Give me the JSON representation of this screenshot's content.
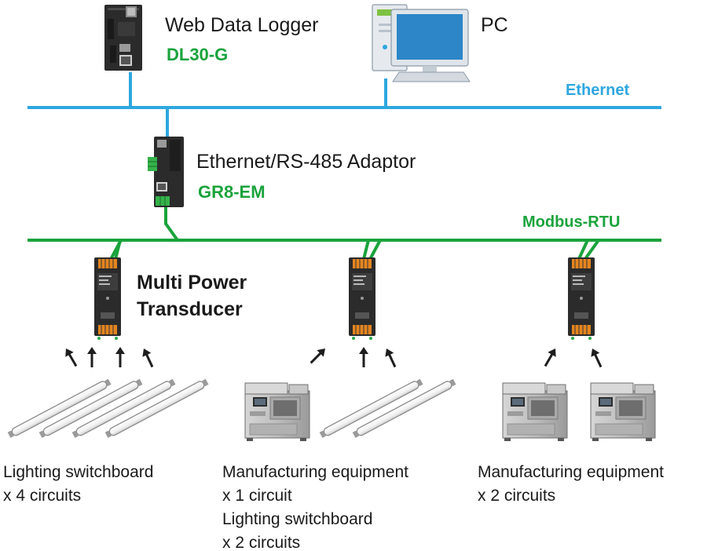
{
  "logger": {
    "name": "Web Data Logger",
    "model": "DL30-G"
  },
  "pc": {
    "name": "PC"
  },
  "ethernet": {
    "label": "Ethernet",
    "color": "#2ea7e0"
  },
  "adaptor": {
    "name": "Ethernet/RS-485 Adaptor",
    "model": "GR8-EM"
  },
  "modbus": {
    "label": "Modbus-RTU",
    "color": "#1aa33c"
  },
  "transducer": {
    "label_line1": "Multi Power",
    "label_line2": "Transducer"
  },
  "captions": [
    {
      "lines": [
        "Lighting switchboard",
        "x 4 circuits"
      ]
    },
    {
      "lines": [
        "Manufacturing equipment",
        "x 1 circuit",
        "Lighting switchboard",
        "x 2 circuits"
      ]
    },
    {
      "lines": [
        "Manufacturing equipment",
        "x 2 circuits"
      ]
    }
  ]
}
